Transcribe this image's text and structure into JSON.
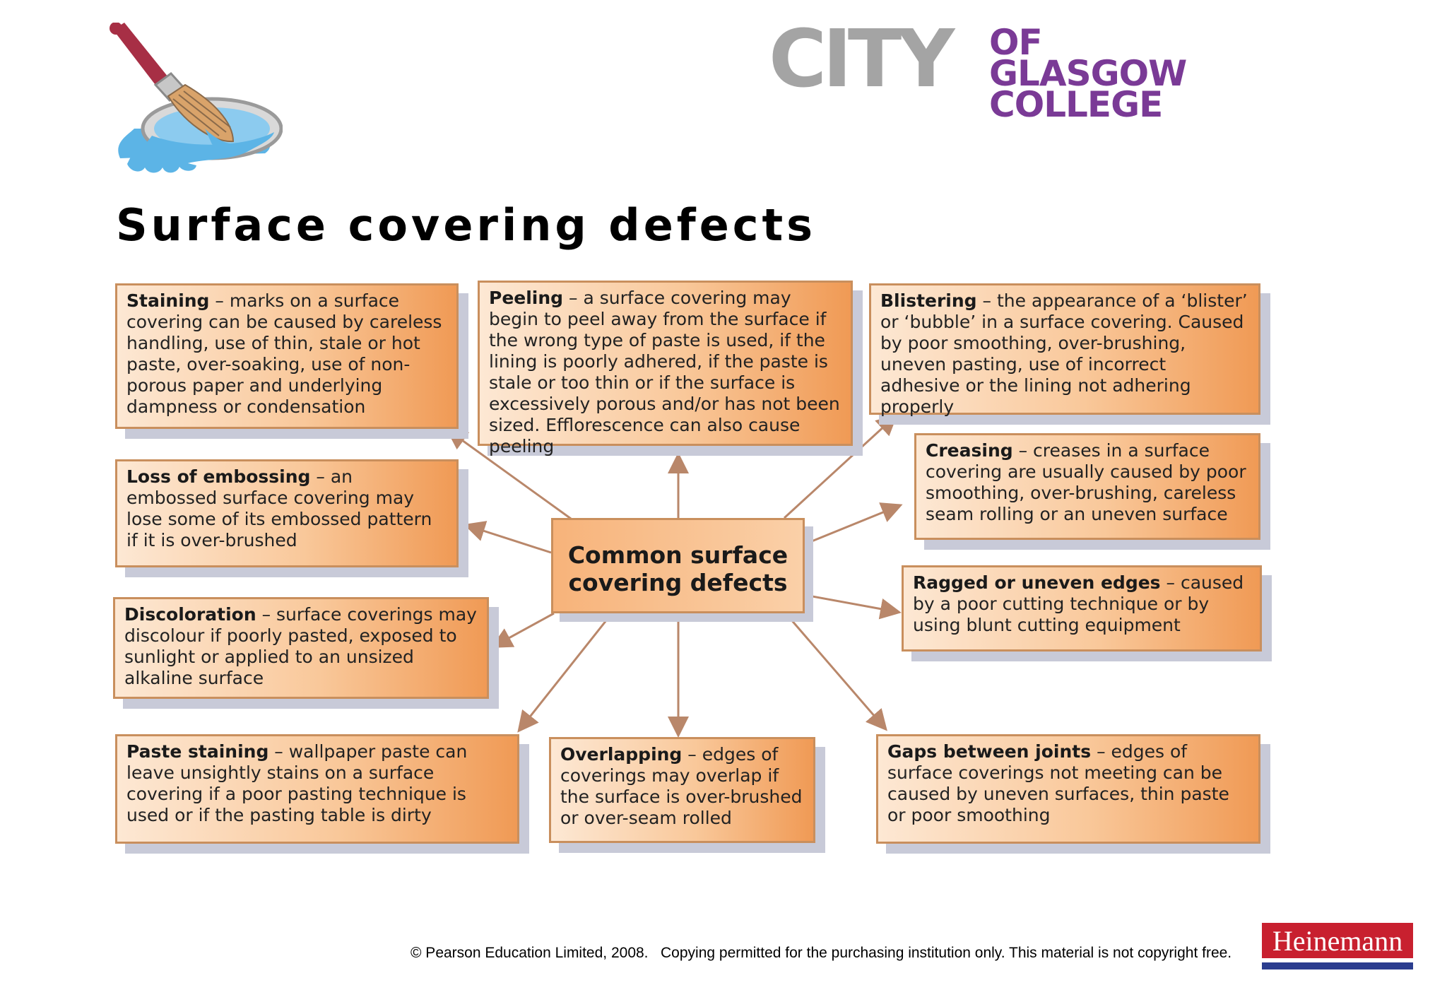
{
  "title": "Surface covering defects",
  "logo": {
    "city": "CITY",
    "of_glasgow": "OF GLASGOW",
    "college": "COLLEGE"
  },
  "center": {
    "line1": "Common surface",
    "line2": "covering defects"
  },
  "defects": [
    {
      "term": "Staining",
      "text": " – marks on a surface covering can be caused by careless handling, use of thin, stale or hot paste, over-soaking, use of non-porous paper and underlying dampness or condensation"
    },
    {
      "term": "Peeling",
      "text": " – a surface covering may begin to peel away from the surface if the wrong type of paste is used, if the lining is poorly adhered, if the paste is stale or too thin or if the surface is excessively porous and/or has not been sized. Efflorescence can also cause peeling"
    },
    {
      "term": "Blistering",
      "text": " – the appearance of a ‘blister’ or ‘bubble’ in a surface covering. Caused by poor smoothing, over-brushing, uneven pasting, use of incorrect adhesive or the lining not adhering properly"
    },
    {
      "term": "Loss of embossing",
      "text": " – an embossed surface covering may lose some of its embossed pattern if it is over-brushed"
    },
    {
      "term": "Creasing",
      "text": " – creases in a surface covering are usually caused by poor smoothing, over-brushing, careless seam rolling or an uneven surface"
    },
    {
      "term": "Discoloration",
      "text": " – surface coverings may discolour if poorly pasted, exposed to sunlight or applied to an unsized alkaline surface"
    },
    {
      "term": "Ragged or uneven edges",
      "text": " – caused by a poor cutting technique or by using blunt cutting equipment"
    },
    {
      "term": "Paste staining",
      "text": " – wallpaper paste can leave unsightly stains on a surface covering if a poor pasting technique is used or if the pasting table is dirty"
    },
    {
      "term": "Overlapping",
      "text": " – edges of coverings may overlap if the surface is over-brushed or over-seam rolled"
    },
    {
      "term": "Gaps between joints",
      "text": " – edges of surface coverings not meeting can be caused by uneven surfaces, thin paste or poor smoothing"
    }
  ],
  "footer": "© Pearson Education Limited, 2008.   Copying permitted for the purchasing institution only. This material is not copyright free.",
  "publisher": "Heinemann",
  "colors": {
    "box_border": "#c98f5d",
    "arrow": "#b9876a",
    "logo_gray": "#a4a4a4",
    "logo_purple": "#7a3a96",
    "heinemann_red": "#c8202f"
  }
}
